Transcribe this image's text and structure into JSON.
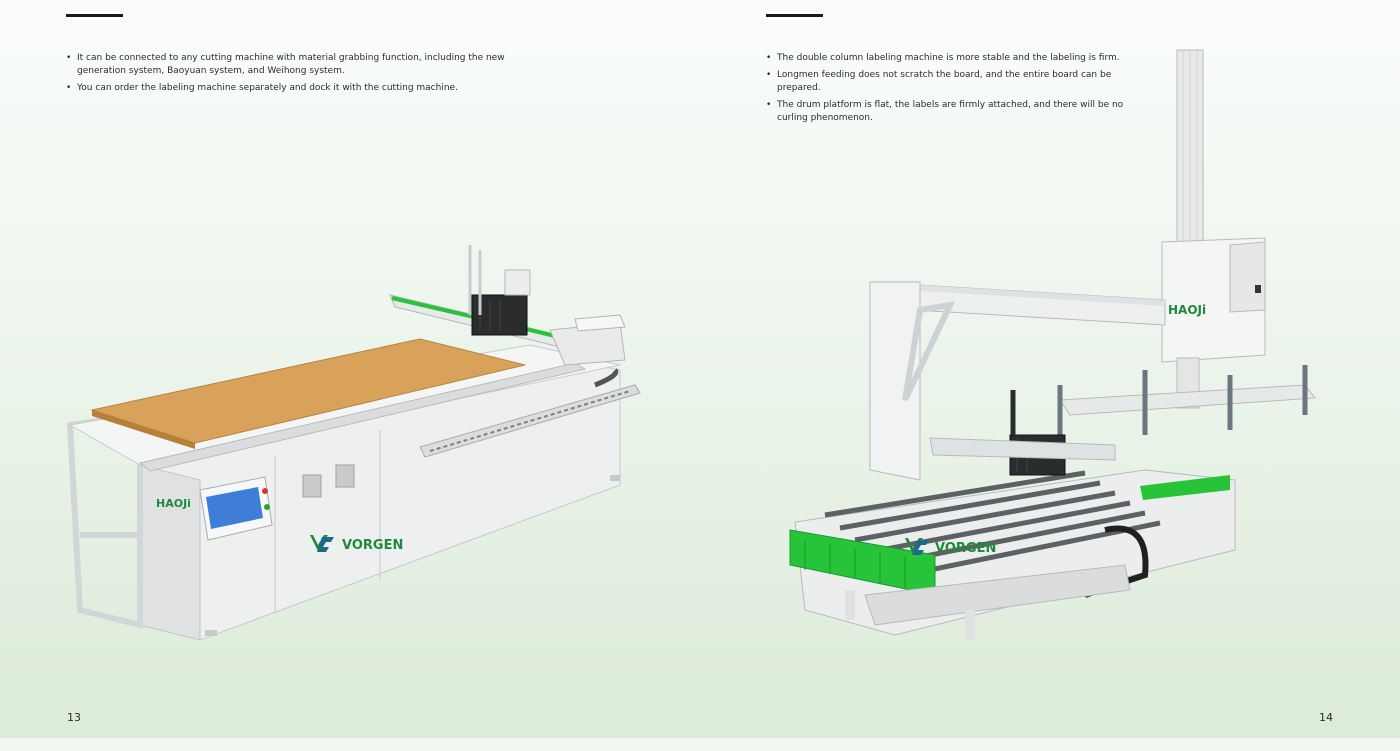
{
  "left_page": {
    "bullets": [
      "It can be connected to any cutting machine with material grabbing function, including the new generation system, Baoyuan system, and Weihong system.",
      "You can order the labeling machine separately and dock it with the cutting machine."
    ],
    "machine_brand": "HAOJi",
    "logo_text": "VORGEN",
    "page_number": "13"
  },
  "right_page": {
    "bullets": [
      "The double column labeling machine is more stable and the labeling is firm.",
      "Longmen feeding does not scratch the board, and the entire board can be prepared.",
      "The drum platform is flat, the labels are firmly attached, and there will be no curling phenomenon."
    ],
    "machine_brand": "HAOJi",
    "logo_text": "VORGEN",
    "page_number": "14"
  },
  "colors": {
    "accent_green": "#27c43a",
    "brand_green": "#1f8a3a",
    "board_wood": "#d9a25a",
    "screen_blue": "#3f7ed8",
    "machine_white": "#f2f3f3",
    "machine_shadow": "#c9ccce"
  },
  "icons": {
    "logo_mark": "vorgen-v-logo-icon",
    "bullet": "bullet-dot-icon"
  }
}
